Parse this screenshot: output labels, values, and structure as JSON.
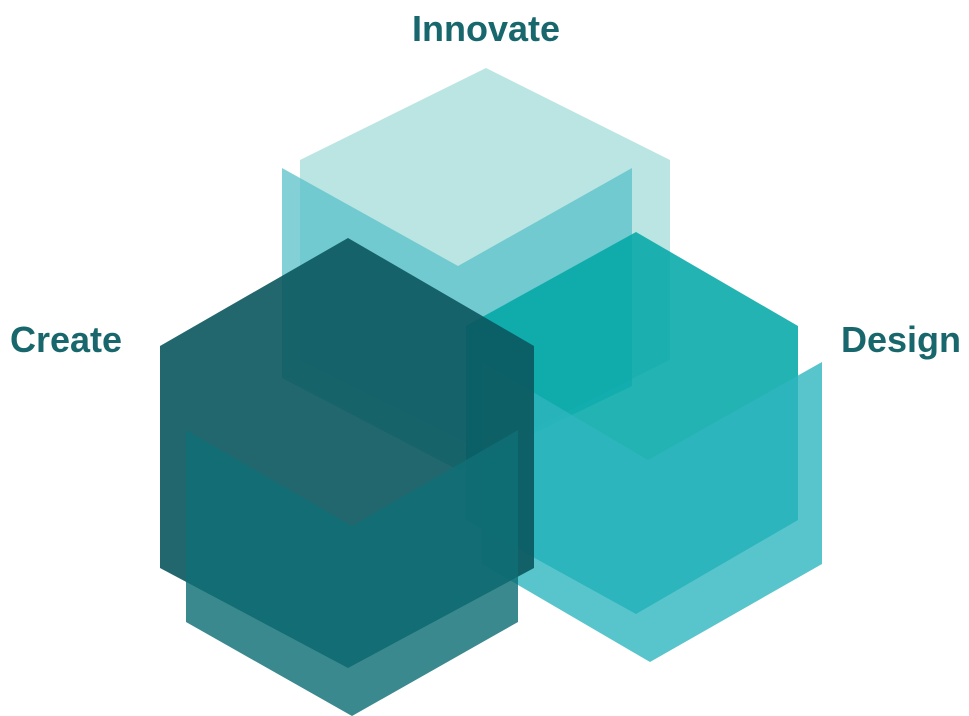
{
  "labels": {
    "innovate": "Innovate",
    "create": "Create",
    "design": "Design"
  },
  "colors": {
    "label_text": "#17676c",
    "innovate_back": "#b7e4e2",
    "innovate_front": "#53bfc8",
    "design_back": "#00a7a7",
    "design_front": "#2eb5be",
    "create_back": "#0b575e",
    "create_front": "#0f6f75",
    "background": "#ffffff"
  }
}
